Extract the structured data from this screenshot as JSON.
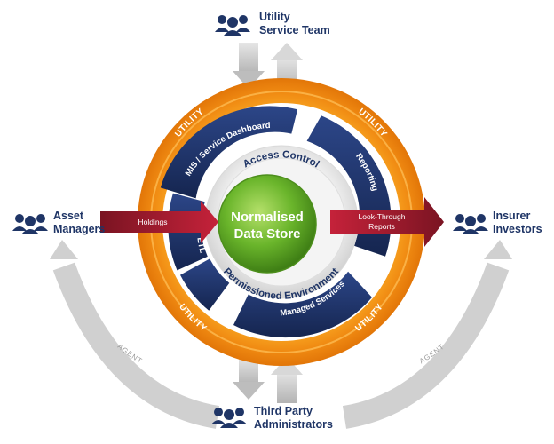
{
  "stakeholders": {
    "top": {
      "line1": "Utility",
      "line2": "Service Team"
    },
    "left": {
      "line1": "Asset",
      "line2": "Managers"
    },
    "right": {
      "line1": "Insurer",
      "line2": "Investors"
    },
    "bottom": {
      "line1": "Third Party",
      "line2": "Administrators"
    }
  },
  "ring": {
    "label": "UTILITY"
  },
  "segments": {
    "top_left": "MIS / Service Dashboard",
    "top_right": "Reporting",
    "left": "ETL",
    "bottom_right": "Managed Services"
  },
  "inner": {
    "top": "Access Control",
    "bottom": "Permissioned Environment"
  },
  "core": {
    "line1": "Normalised",
    "line2": "Data Store"
  },
  "flows": {
    "in_label": "Holdings",
    "out_line1": "Look-Through",
    "out_line2": "Reports"
  },
  "agent": {
    "label": "AGENT"
  },
  "colors": {
    "navy": "#1e3268",
    "orange": "#f08a12",
    "green": "#6ab52b",
    "red": "#b01f33",
    "grey": "#c9c9c9"
  }
}
